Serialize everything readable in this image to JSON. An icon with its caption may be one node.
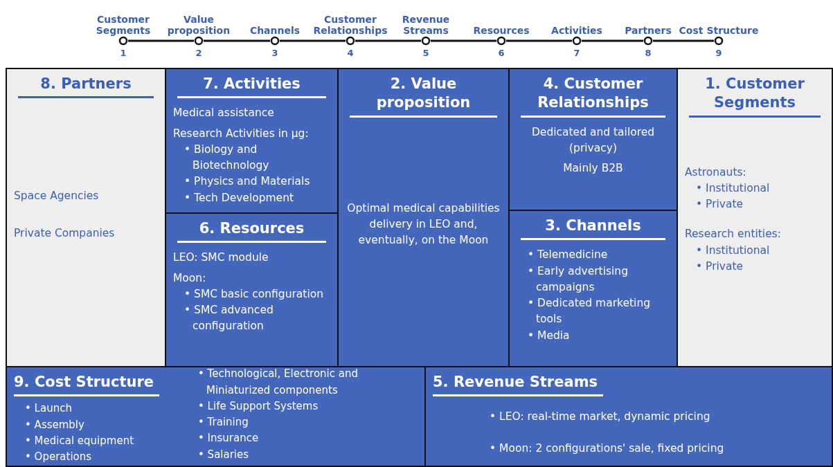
{
  "diagram": {
    "nodes": [
      {
        "text": [
          "Customer Segments"
        ],
        "beside": [
          "1"
        ]
      },
      {
        "text": [
          "Value proposition"
        ],
        "beside": [
          "2"
        ]
      },
      {
        "text": [
          "Channels"
        ],
        "beside": [
          "3"
        ]
      },
      {
        "text": [
          "Customer Relationships"
        ],
        "beside": [
          "4"
        ]
      },
      {
        "text": [
          "Revenue Streams"
        ],
        "beside": [
          "5"
        ]
      },
      {
        "text": [
          "Resources"
        ],
        "beside": [
          "6"
        ]
      },
      {
        "text": [
          "Activities"
        ],
        "beside": [
          "7"
        ]
      },
      {
        "text": [
          "Partners"
        ],
        "beside": [
          "8"
        ]
      },
      {
        "text": [
          "Cost Structure"
        ],
        "beside": [
          "9"
        ]
      },
      {
        "text": [
          "8. Partners",
          "Space Agencies",
          "Private Companies"
        ]
      },
      {
        "text": [
          "7. Activities",
          "Medical assistance",
          "Research Activities in μg:",
          "• Biology and Biotechnology",
          "• Physics and Materials",
          "• Tech Development"
        ]
      },
      {
        "text": [
          "2. Value proposition",
          "Optimal medical capabilities delivery in LEO and, eventually, on the Moon"
        ]
      },
      {
        "text": [
          "4. Customer Relationships",
          "Dedicated and tailored (privacy)",
          "Mainly B2B"
        ]
      },
      {
        "text": [
          "1. Customer Segments",
          "Astronauts:",
          "• Institutional",
          "• Private",
          "Research entities:",
          "• Institutional",
          "• Private"
        ]
      },
      {
        "text": [
          "6. Resources",
          "LEO: SMC module",
          "Moon:",
          "• SMC basic configuration",
          "• SMC advanced configuration"
        ]
      },
      {
        "text": [
          "3. Channels",
          "• Telemedicine",
          "• Early advertising campaigns",
          "• Dedicated marketing tools",
          "• Media"
        ]
      },
      {
        "text": [
          "9. Cost Structure",
          "• Launch",
          "• Assembly",
          "• Medical equipment",
          "• Operations",
          "• Technological, Electronic and Miniaturized components",
          "• Life Support Systems",
          "• Training",
          "• Insurance",
          "• Salaries"
        ]
      },
      {
        "text": [
          "5. Revenue Streams",
          "• LEO: real-time market, dynamic pricing",
          "• Moon: 2 configurations' sale, fixed pricing"
        ]
      }
    ],
    "edges": [
      {
        "from": 0,
        "to": 1,
        "arrow": "none"
      },
      {
        "from": 1,
        "to": 2,
        "arrow": "none"
      },
      {
        "from": 2,
        "to": 3,
        "arrow": "none"
      },
      {
        "from": 3,
        "to": 4,
        "arrow": "none"
      },
      {
        "from": 4,
        "to": 5,
        "arrow": "none"
      },
      {
        "from": 5,
        "to": 6,
        "arrow": "none"
      },
      {
        "from": 6,
        "to": 7,
        "arrow": "none"
      },
      {
        "from": 7,
        "to": 8,
        "arrow": "none"
      }
    ]
  }
}
